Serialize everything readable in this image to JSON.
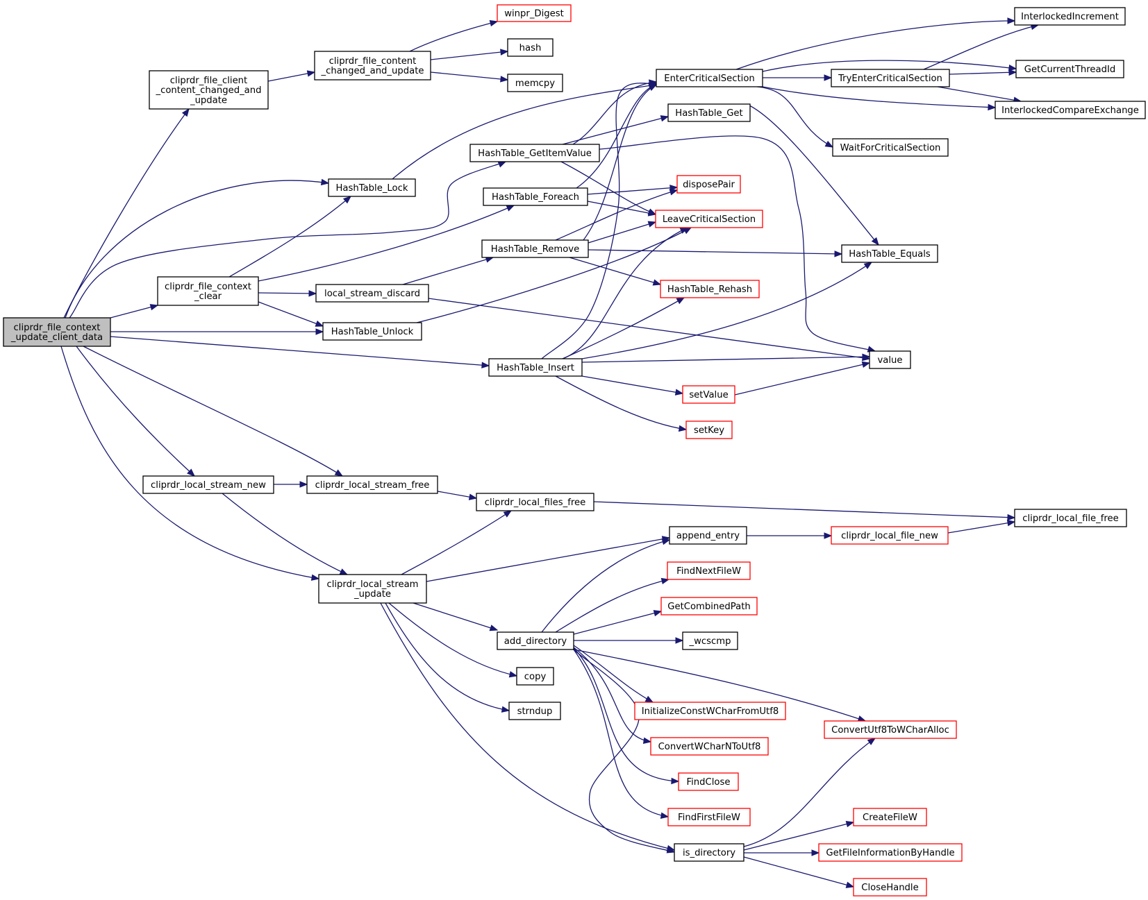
{
  "colors": {
    "edge": "#191970",
    "box_border": "#000000",
    "box_border_external": "#ff0000",
    "root_fill": "#bfbfbf",
    "background": "#ffffff"
  },
  "nodes": {
    "root": {
      "lines": [
        "cliprdr_file_context",
        "_update_client_data"
      ],
      "style": "root"
    },
    "client_changed": {
      "lines": [
        "cliprdr_file_client",
        "_content_changed_and",
        "_update"
      ]
    },
    "content_changed": {
      "lines": [
        "cliprdr_file_content",
        "_changed_and_update"
      ]
    },
    "winpr_digest": {
      "lines": [
        "winpr_Digest"
      ],
      "style": "red"
    },
    "hash": {
      "lines": [
        "hash"
      ]
    },
    "memcpy": {
      "lines": [
        "memcpy"
      ]
    },
    "ht_lock": {
      "lines": [
        "HashTable_Lock"
      ]
    },
    "ht_getitem": {
      "lines": [
        "HashTable_GetItemValue"
      ]
    },
    "ht_foreach": {
      "lines": [
        "HashTable_Foreach"
      ]
    },
    "ht_remove": {
      "lines": [
        "HashTable_Remove"
      ]
    },
    "ctx_clear": {
      "lines": [
        "cliprdr_file_context",
        "_clear"
      ]
    },
    "local_discard": {
      "lines": [
        "local_stream_discard"
      ]
    },
    "ht_unlock": {
      "lines": [
        "HashTable_Unlock"
      ]
    },
    "ht_insert": {
      "lines": [
        "HashTable_Insert"
      ]
    },
    "enter_cs": {
      "lines": [
        "EnterCriticalSection"
      ]
    },
    "ht_get": {
      "lines": [
        "HashTable_Get"
      ]
    },
    "dispose_pair": {
      "lines": [
        "disposePair"
      ],
      "style": "red"
    },
    "leave_cs": {
      "lines": [
        "LeaveCriticalSection"
      ],
      "style": "red"
    },
    "ht_rehash": {
      "lines": [
        "HashTable_Rehash"
      ],
      "style": "red"
    },
    "set_value": {
      "lines": [
        "setValue"
      ],
      "style": "red"
    },
    "set_key": {
      "lines": [
        "setKey"
      ],
      "style": "red"
    },
    "try_enter_cs": {
      "lines": [
        "TryEnterCriticalSection"
      ]
    },
    "wait_cs": {
      "lines": [
        "WaitForCriticalSection"
      ]
    },
    "ht_equals": {
      "lines": [
        "HashTable_Equals"
      ]
    },
    "value": {
      "lines": [
        "value"
      ]
    },
    "interlocked_inc": {
      "lines": [
        "InterlockedIncrement"
      ]
    },
    "get_thread_id": {
      "lines": [
        "GetCurrentThreadId"
      ]
    },
    "interlocked_cmp": {
      "lines": [
        "InterlockedCompareExchange"
      ]
    },
    "stream_new": {
      "lines": [
        "cliprdr_local_stream_new"
      ]
    },
    "stream_free": {
      "lines": [
        "cliprdr_local_stream_free"
      ]
    },
    "files_free": {
      "lines": [
        "cliprdr_local_files_free"
      ]
    },
    "file_free": {
      "lines": [
        "cliprdr_local_file_free"
      ]
    },
    "stream_update": {
      "lines": [
        "cliprdr_local_stream",
        "_update"
      ]
    },
    "append_entry": {
      "lines": [
        "append_entry"
      ]
    },
    "file_new": {
      "lines": [
        "cliprdr_local_file_new"
      ],
      "style": "red"
    },
    "find_next": {
      "lines": [
        "FindNextFileW"
      ],
      "style": "red"
    },
    "get_combined": {
      "lines": [
        "GetCombinedPath"
      ],
      "style": "red"
    },
    "add_directory": {
      "lines": [
        "add_directory"
      ]
    },
    "wcscmp": {
      "lines": [
        "_wcscmp"
      ]
    },
    "copy": {
      "lines": [
        "copy"
      ]
    },
    "strndup": {
      "lines": [
        "strndup"
      ]
    },
    "init_const": {
      "lines": [
        "InitializeConstWCharFromUtf8"
      ],
      "style": "red"
    },
    "convert_wchar": {
      "lines": [
        "ConvertWCharNToUtf8"
      ],
      "style": "red"
    },
    "convert_utf8": {
      "lines": [
        "ConvertUtf8ToWCharAlloc"
      ],
      "style": "red"
    },
    "find_close": {
      "lines": [
        "FindClose"
      ],
      "style": "red"
    },
    "find_first": {
      "lines": [
        "FindFirstFileW"
      ],
      "style": "red"
    },
    "is_directory": {
      "lines": [
        "is_directory"
      ]
    },
    "create_file": {
      "lines": [
        "CreateFileW"
      ],
      "style": "red"
    },
    "get_file_info": {
      "lines": [
        "GetFileInformationByHandle"
      ],
      "style": "red"
    },
    "close_handle": {
      "lines": [
        "CloseHandle"
      ],
      "style": "red"
    }
  },
  "edges": [
    [
      "root",
      "client_changed"
    ],
    [
      "root",
      "ht_lock"
    ],
    [
      "root",
      "ht_getitem"
    ],
    [
      "root",
      "ctx_clear"
    ],
    [
      "root",
      "ht_unlock"
    ],
    [
      "root",
      "ht_insert"
    ],
    [
      "root",
      "stream_new"
    ],
    [
      "root",
      "stream_free"
    ],
    [
      "root",
      "stream_update"
    ],
    [
      "client_changed",
      "content_changed"
    ],
    [
      "content_changed",
      "winpr_digest"
    ],
    [
      "content_changed",
      "hash"
    ],
    [
      "content_changed",
      "memcpy"
    ],
    [
      "ht_lock",
      "enter_cs"
    ],
    [
      "ht_getitem",
      "enter_cs"
    ],
    [
      "ht_getitem",
      "ht_get"
    ],
    [
      "ht_getitem",
      "leave_cs"
    ],
    [
      "ht_getitem",
      "value"
    ],
    [
      "ht_foreach",
      "enter_cs"
    ],
    [
      "ht_foreach",
      "dispose_pair"
    ],
    [
      "ht_foreach",
      "leave_cs"
    ],
    [
      "ht_remove",
      "enter_cs"
    ],
    [
      "ht_remove",
      "dispose_pair"
    ],
    [
      "ht_remove",
      "leave_cs"
    ],
    [
      "ht_remove",
      "ht_equals"
    ],
    [
      "ht_remove",
      "ht_rehash"
    ],
    [
      "ctx_clear",
      "ht_lock"
    ],
    [
      "ctx_clear",
      "ht_foreach"
    ],
    [
      "ctx_clear",
      "local_discard"
    ],
    [
      "ctx_clear",
      "ht_unlock"
    ],
    [
      "local_discard",
      "ht_remove"
    ],
    [
      "local_discard",
      "value"
    ],
    [
      "ht_unlock",
      "leave_cs"
    ],
    [
      "ht_insert",
      "enter_cs"
    ],
    [
      "ht_insert",
      "leave_cs"
    ],
    [
      "ht_insert",
      "ht_rehash"
    ],
    [
      "ht_insert",
      "ht_equals"
    ],
    [
      "ht_insert",
      "value"
    ],
    [
      "ht_insert",
      "set_value"
    ],
    [
      "ht_insert",
      "set_key"
    ],
    [
      "set_value",
      "value"
    ],
    [
      "ht_get",
      "ht_equals"
    ],
    [
      "enter_cs",
      "interlocked_inc"
    ],
    [
      "enter_cs",
      "get_thread_id"
    ],
    [
      "enter_cs",
      "try_enter_cs"
    ],
    [
      "enter_cs",
      "interlocked_cmp"
    ],
    [
      "enter_cs",
      "wait_cs"
    ],
    [
      "try_enter_cs",
      "interlocked_inc"
    ],
    [
      "try_enter_cs",
      "get_thread_id"
    ],
    [
      "try_enter_cs",
      "interlocked_cmp"
    ],
    [
      "stream_new",
      "stream_free"
    ],
    [
      "stream_new",
      "stream_update"
    ],
    [
      "stream_free",
      "files_free"
    ],
    [
      "files_free",
      "file_free"
    ],
    [
      "stream_update",
      "files_free"
    ],
    [
      "stream_update",
      "append_entry"
    ],
    [
      "stream_update",
      "add_directory"
    ],
    [
      "stream_update",
      "copy"
    ],
    [
      "stream_update",
      "strndup"
    ],
    [
      "stream_update",
      "is_directory"
    ],
    [
      "append_entry",
      "file_new"
    ],
    [
      "file_new",
      "file_free"
    ],
    [
      "add_directory",
      "append_entry"
    ],
    [
      "add_directory",
      "find_next"
    ],
    [
      "add_directory",
      "get_combined"
    ],
    [
      "add_directory",
      "wcscmp"
    ],
    [
      "add_directory",
      "init_const"
    ],
    [
      "add_directory",
      "convert_wchar"
    ],
    [
      "add_directory",
      "convert_utf8"
    ],
    [
      "add_directory",
      "find_close"
    ],
    [
      "add_directory",
      "find_first"
    ],
    [
      "add_directory",
      "is_directory"
    ],
    [
      "is_directory",
      "convert_utf8"
    ],
    [
      "is_directory",
      "create_file"
    ],
    [
      "is_directory",
      "get_file_info"
    ],
    [
      "is_directory",
      "close_handle"
    ]
  ]
}
